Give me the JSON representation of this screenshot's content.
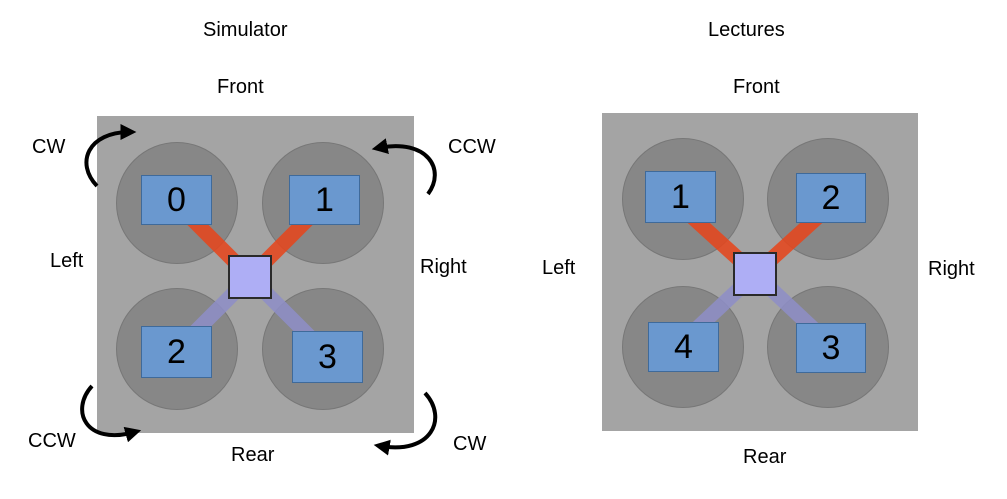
{
  "colors": {
    "panel": "#a4a4a4",
    "rotor": "#878787",
    "motor_label_bg": "#6a98cf",
    "center_body": "#aeaef5",
    "front_arm": "#e8441a",
    "rear_arm": "#8e8ec8"
  },
  "simulator": {
    "title": "Simulator",
    "front": "Front",
    "rear": "Rear",
    "left": "Left",
    "right": "Right",
    "motors": [
      "0",
      "1",
      "2",
      "3"
    ],
    "rotations": {
      "top_left": "CW",
      "top_right": "CCW",
      "bottom_left": "CCW",
      "bottom_right": "CW"
    }
  },
  "lectures": {
    "title": "Lectures",
    "front": "Front",
    "rear": "Rear",
    "left": "Left",
    "right": "Right",
    "motors": [
      "1",
      "2",
      "4",
      "3"
    ]
  }
}
